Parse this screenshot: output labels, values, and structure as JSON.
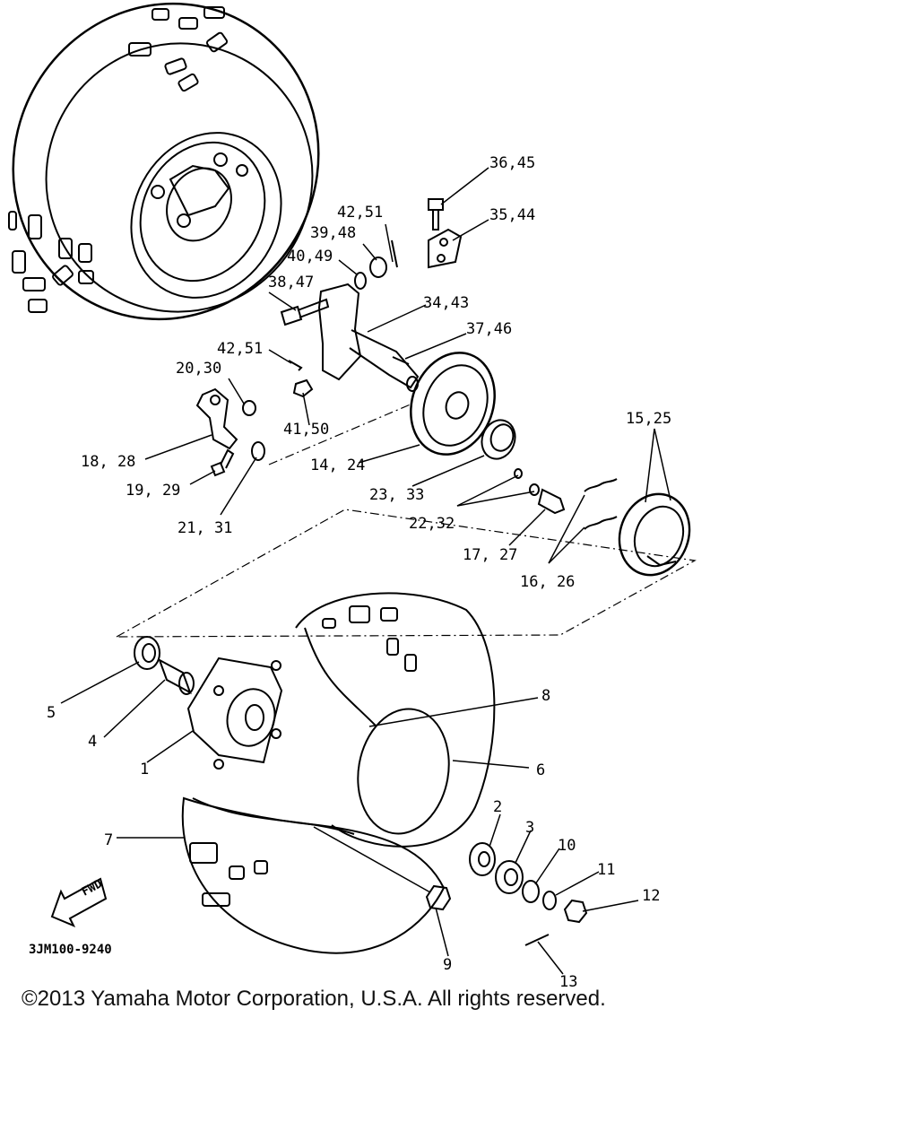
{
  "diagram_code": "3JM100-9240",
  "fwd_label": "FWD",
  "copyright": "©2013 Yamaha Motor Corporation, U.S.A. All rights reserved.",
  "callouts": [
    {
      "id": "36-45",
      "text": "36,45"
    },
    {
      "id": "35-44",
      "text": "35,44"
    },
    {
      "id": "42-51-top",
      "text": "42,51"
    },
    {
      "id": "39-48",
      "text": "39,48"
    },
    {
      "id": "40-49",
      "text": "40,49"
    },
    {
      "id": "38-47",
      "text": "38,47"
    },
    {
      "id": "34-43",
      "text": "34,43"
    },
    {
      "id": "37-46",
      "text": "37,46"
    },
    {
      "id": "42-51-mid",
      "text": "42,51"
    },
    {
      "id": "20-30",
      "text": "20,30"
    },
    {
      "id": "41-50",
      "text": "41,50"
    },
    {
      "id": "18-28",
      "text": "18, 28"
    },
    {
      "id": "14-24",
      "text": "14, 24"
    },
    {
      "id": "15-25",
      "text": "15,25"
    },
    {
      "id": "19-29",
      "text": "19, 29"
    },
    {
      "id": "23-33",
      "text": "23, 33"
    },
    {
      "id": "22-32",
      "text": "22,32"
    },
    {
      "id": "21-31",
      "text": "21, 31"
    },
    {
      "id": "17-27",
      "text": "17, 27"
    },
    {
      "id": "16-26",
      "text": "16, 26"
    },
    {
      "id": "5",
      "text": "5"
    },
    {
      "id": "4",
      "text": "4"
    },
    {
      "id": "8",
      "text": "8"
    },
    {
      "id": "1",
      "text": "1"
    },
    {
      "id": "6",
      "text": "6"
    },
    {
      "id": "7",
      "text": "7"
    },
    {
      "id": "2",
      "text": "2"
    },
    {
      "id": "3",
      "text": "3"
    },
    {
      "id": "10",
      "text": "10"
    },
    {
      "id": "11",
      "text": "11"
    },
    {
      "id": "12",
      "text": "12"
    },
    {
      "id": "9",
      "text": "9"
    },
    {
      "id": "13",
      "text": "13"
    }
  ]
}
